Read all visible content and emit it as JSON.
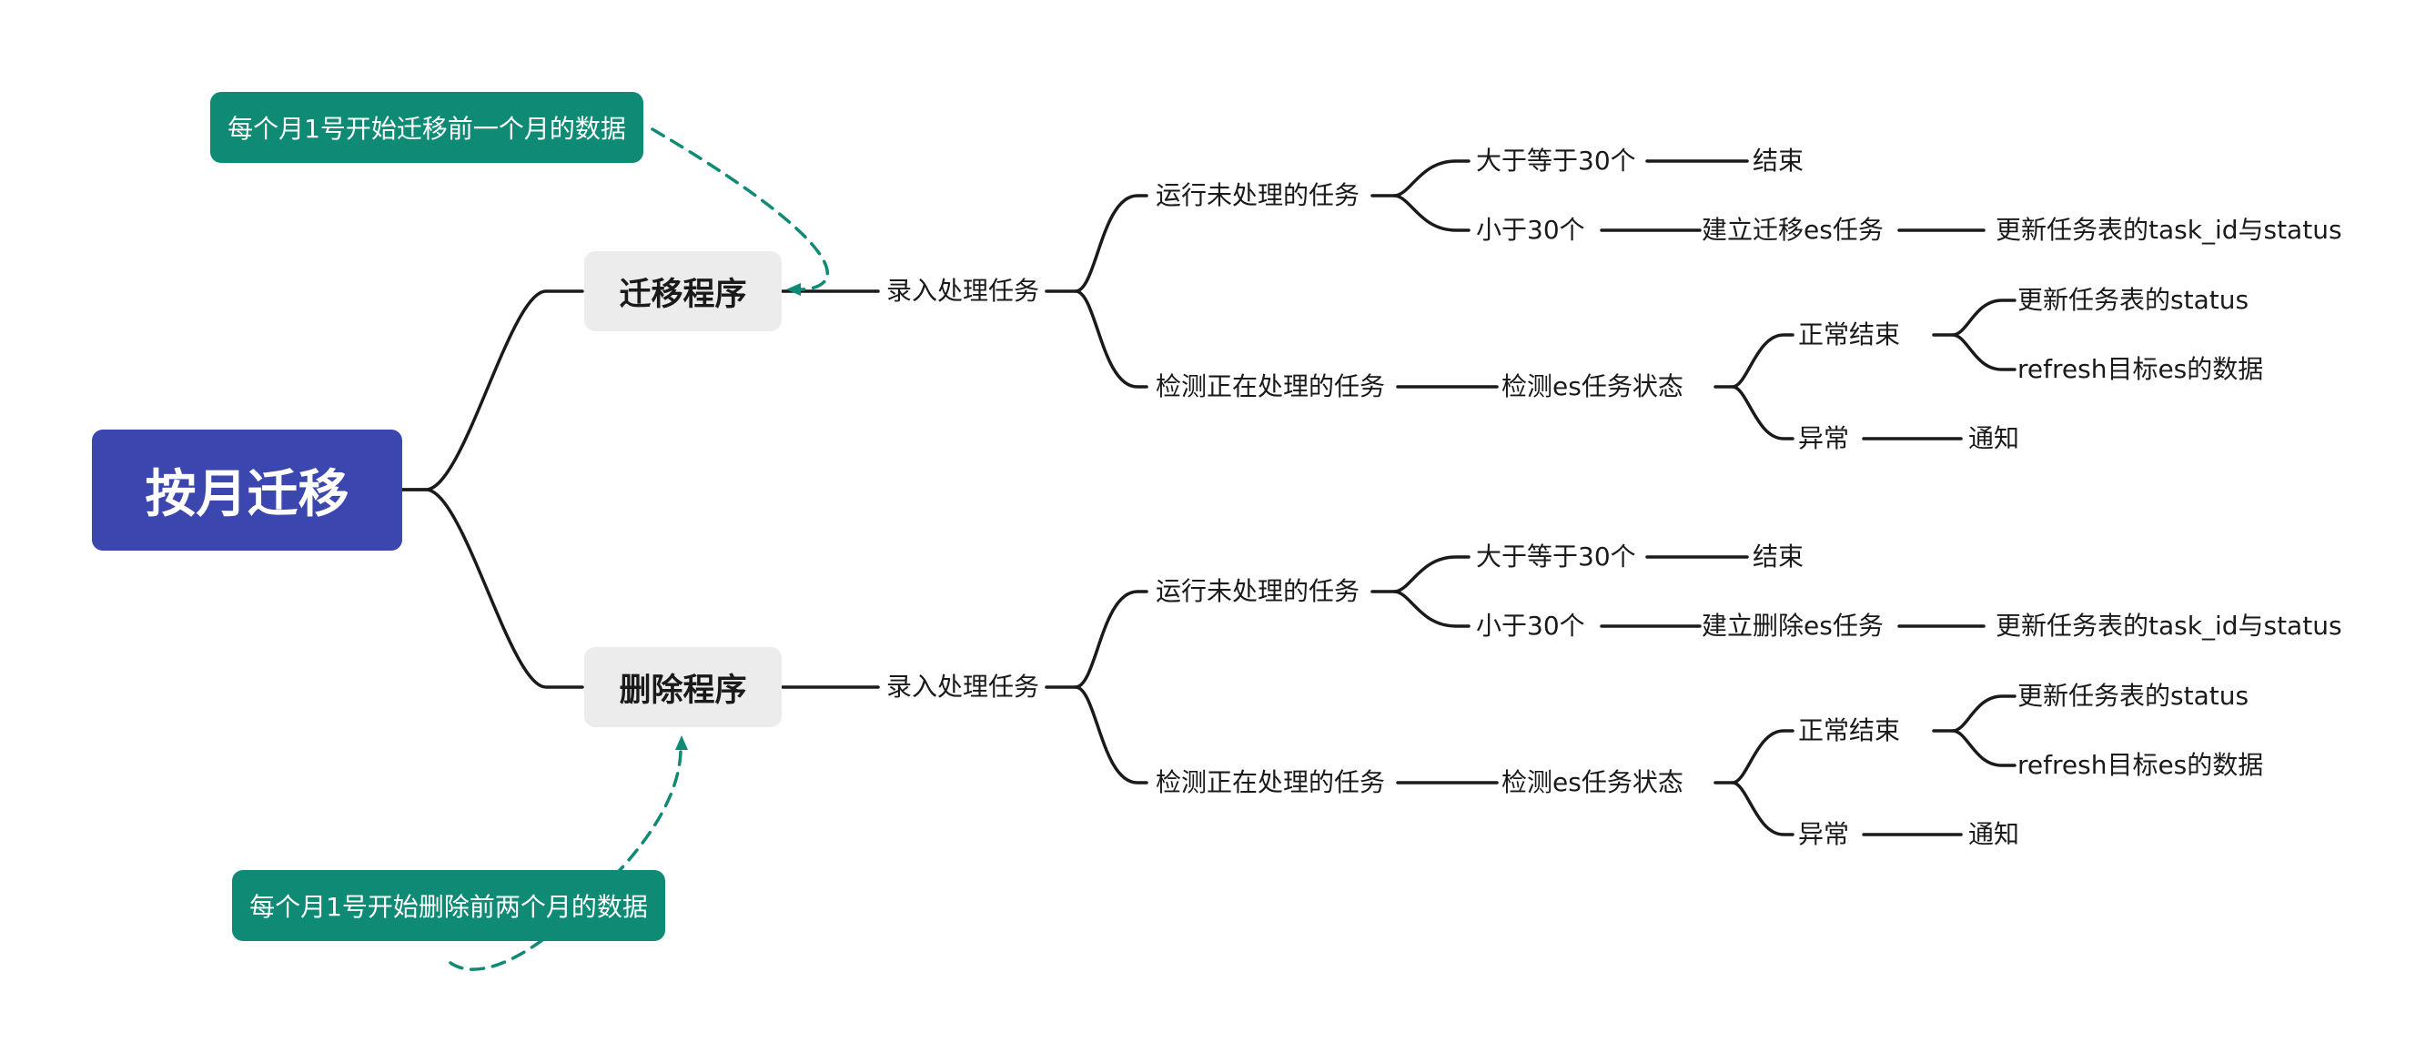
{
  "root": "按月迁移",
  "notes": {
    "migrate": "每个月1号开始迁移前一个月的数据",
    "delete": "每个月1号开始删除前两个月的数据"
  },
  "branches": [
    {
      "program": "迁移程序",
      "entry": "录入处理任务",
      "run_unprocessed": "运行未处理的任务",
      "gte30": "大于等于30个",
      "end": "结束",
      "lt30": "小于30个",
      "create_task": "建立迁移es任务",
      "update_task_id": "更新任务表的task_id与status",
      "check_processing": "检测正在处理的任务",
      "check_status": "检测es任务状态",
      "normal_end": "正常结束",
      "update_status": "更新任务表的status",
      "refresh": "refresh目标es的数据",
      "abnormal": "异常",
      "notify": "通知"
    },
    {
      "program": "删除程序",
      "entry": "录入处理任务",
      "run_unprocessed": "运行未处理的任务",
      "gte30": "大于等于30个",
      "end": "结束",
      "lt30": "小于30个",
      "create_task": "建立删除es任务",
      "update_task_id": "更新任务表的task_id与status",
      "check_processing": "检测正在处理的任务",
      "check_status": "检测es任务状态",
      "normal_end": "正常结束",
      "update_status": "更新任务表的status",
      "refresh": "refresh目标es的数据",
      "abnormal": "异常",
      "notify": "通知"
    }
  ],
  "colors": {
    "root": "#3b46ae",
    "note": "#0f8a75",
    "program": "#ececec",
    "line": "#1a1a1a"
  }
}
